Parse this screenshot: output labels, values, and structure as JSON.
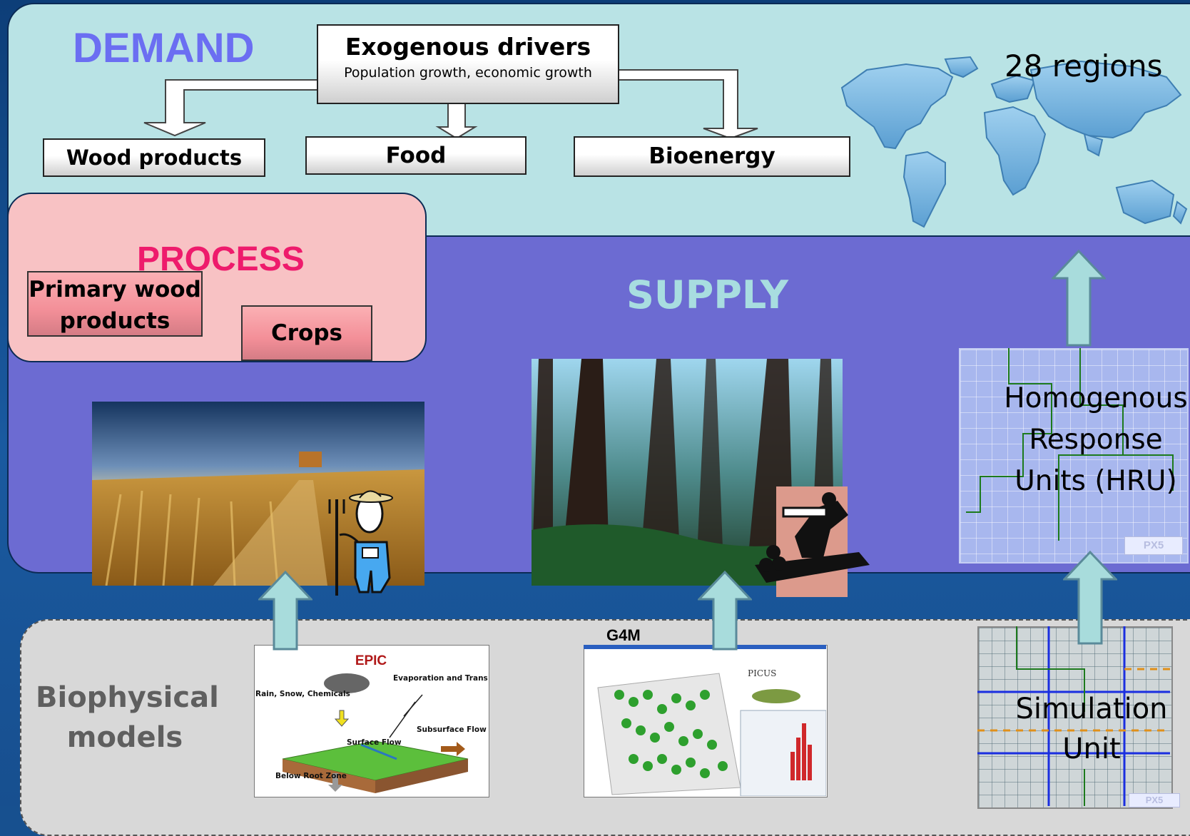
{
  "demand": {
    "title": "DEMAND",
    "exogenous_title": "Exogenous drivers",
    "exogenous_subtitle": "Population growth, economic growth",
    "outputs": [
      "Wood products",
      "Food",
      "Bioenergy"
    ],
    "regions_label": "28 regions"
  },
  "process": {
    "title": "PROCESS",
    "items": [
      "Primary wood products",
      "Crops"
    ]
  },
  "supply": {
    "title": "SUPPLY",
    "hru_label": "Homogenous Response Units (HRU)",
    "hru_badge": "PX5"
  },
  "biophysical": {
    "title": "Biophysical models",
    "epic_title": "EPIC",
    "epic_labels": {
      "rain": "Rain, Snow, Chemicals",
      "evap": "Evaporation and Transpiration",
      "surface": "Surface Flow",
      "subsurface": "Subsurface Flow",
      "root": "Below Root Zone"
    },
    "g4m_label": "G4M",
    "picus_label": "PICUS",
    "sim_unit_label": "Simulation Unit",
    "sim_badge": "PX5"
  },
  "colors": {
    "demand_bg": "#b9e3e5",
    "supply_bg": "#6c6bd2",
    "process_bg": "#f8c2c4",
    "bio_bg": "#d8d8d8",
    "demand_title": "#6b6ef2",
    "process_title": "#ee1b6c",
    "supply_title": "#a8dde0",
    "arrow": "#a8dcdc"
  }
}
